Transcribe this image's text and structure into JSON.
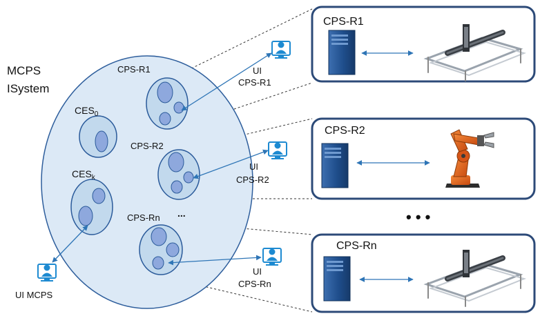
{
  "system": {
    "title_line1": "MCPS",
    "title_line2": "ISystem"
  },
  "ces": [
    {
      "name": "CES",
      "subscript": "0"
    },
    {
      "name": "CES",
      "subscript": "k"
    }
  ],
  "cps_nodes": [
    {
      "label": "CPS-R1"
    },
    {
      "label": "CPS-R2"
    },
    {
      "label": "CPS-Rn"
    }
  ],
  "ellipsis_small": "...",
  "ellipsis_big": "• • •",
  "ui_terminals": [
    {
      "label1": "UI",
      "label2": "CPS-R1"
    },
    {
      "label1": "UI",
      "label2": "CPS-R2"
    },
    {
      "label1": "UI",
      "label2": "CPS-Rn"
    }
  ],
  "ui_mcps": {
    "label": "UI MCPS"
  },
  "panels": [
    {
      "title": "CPS-R1",
      "robot": "gantry-robot"
    },
    {
      "title": "CPS-R2",
      "robot": "articulated-robot-arm"
    },
    {
      "title": "CPS-Rn",
      "robot": "gantry-robot"
    }
  ],
  "colors": {
    "system_fill": "#dce9f6",
    "system_stroke": "#2e5e9c",
    "cluster_fill": "#c2d9ed",
    "cell_fill": "#8ea8dd",
    "cell_stroke": "#2a5a9a",
    "panel_stroke": "#2c4a78",
    "server": "#1f4e8c",
    "arrow": "#2e75b6",
    "user_icon": "#1d8ad1",
    "robot_orange": "#e8601c"
  },
  "icons": [
    "server-icon",
    "gantry-robot-icon",
    "robot-arm-icon",
    "user-monitor-icon"
  ]
}
